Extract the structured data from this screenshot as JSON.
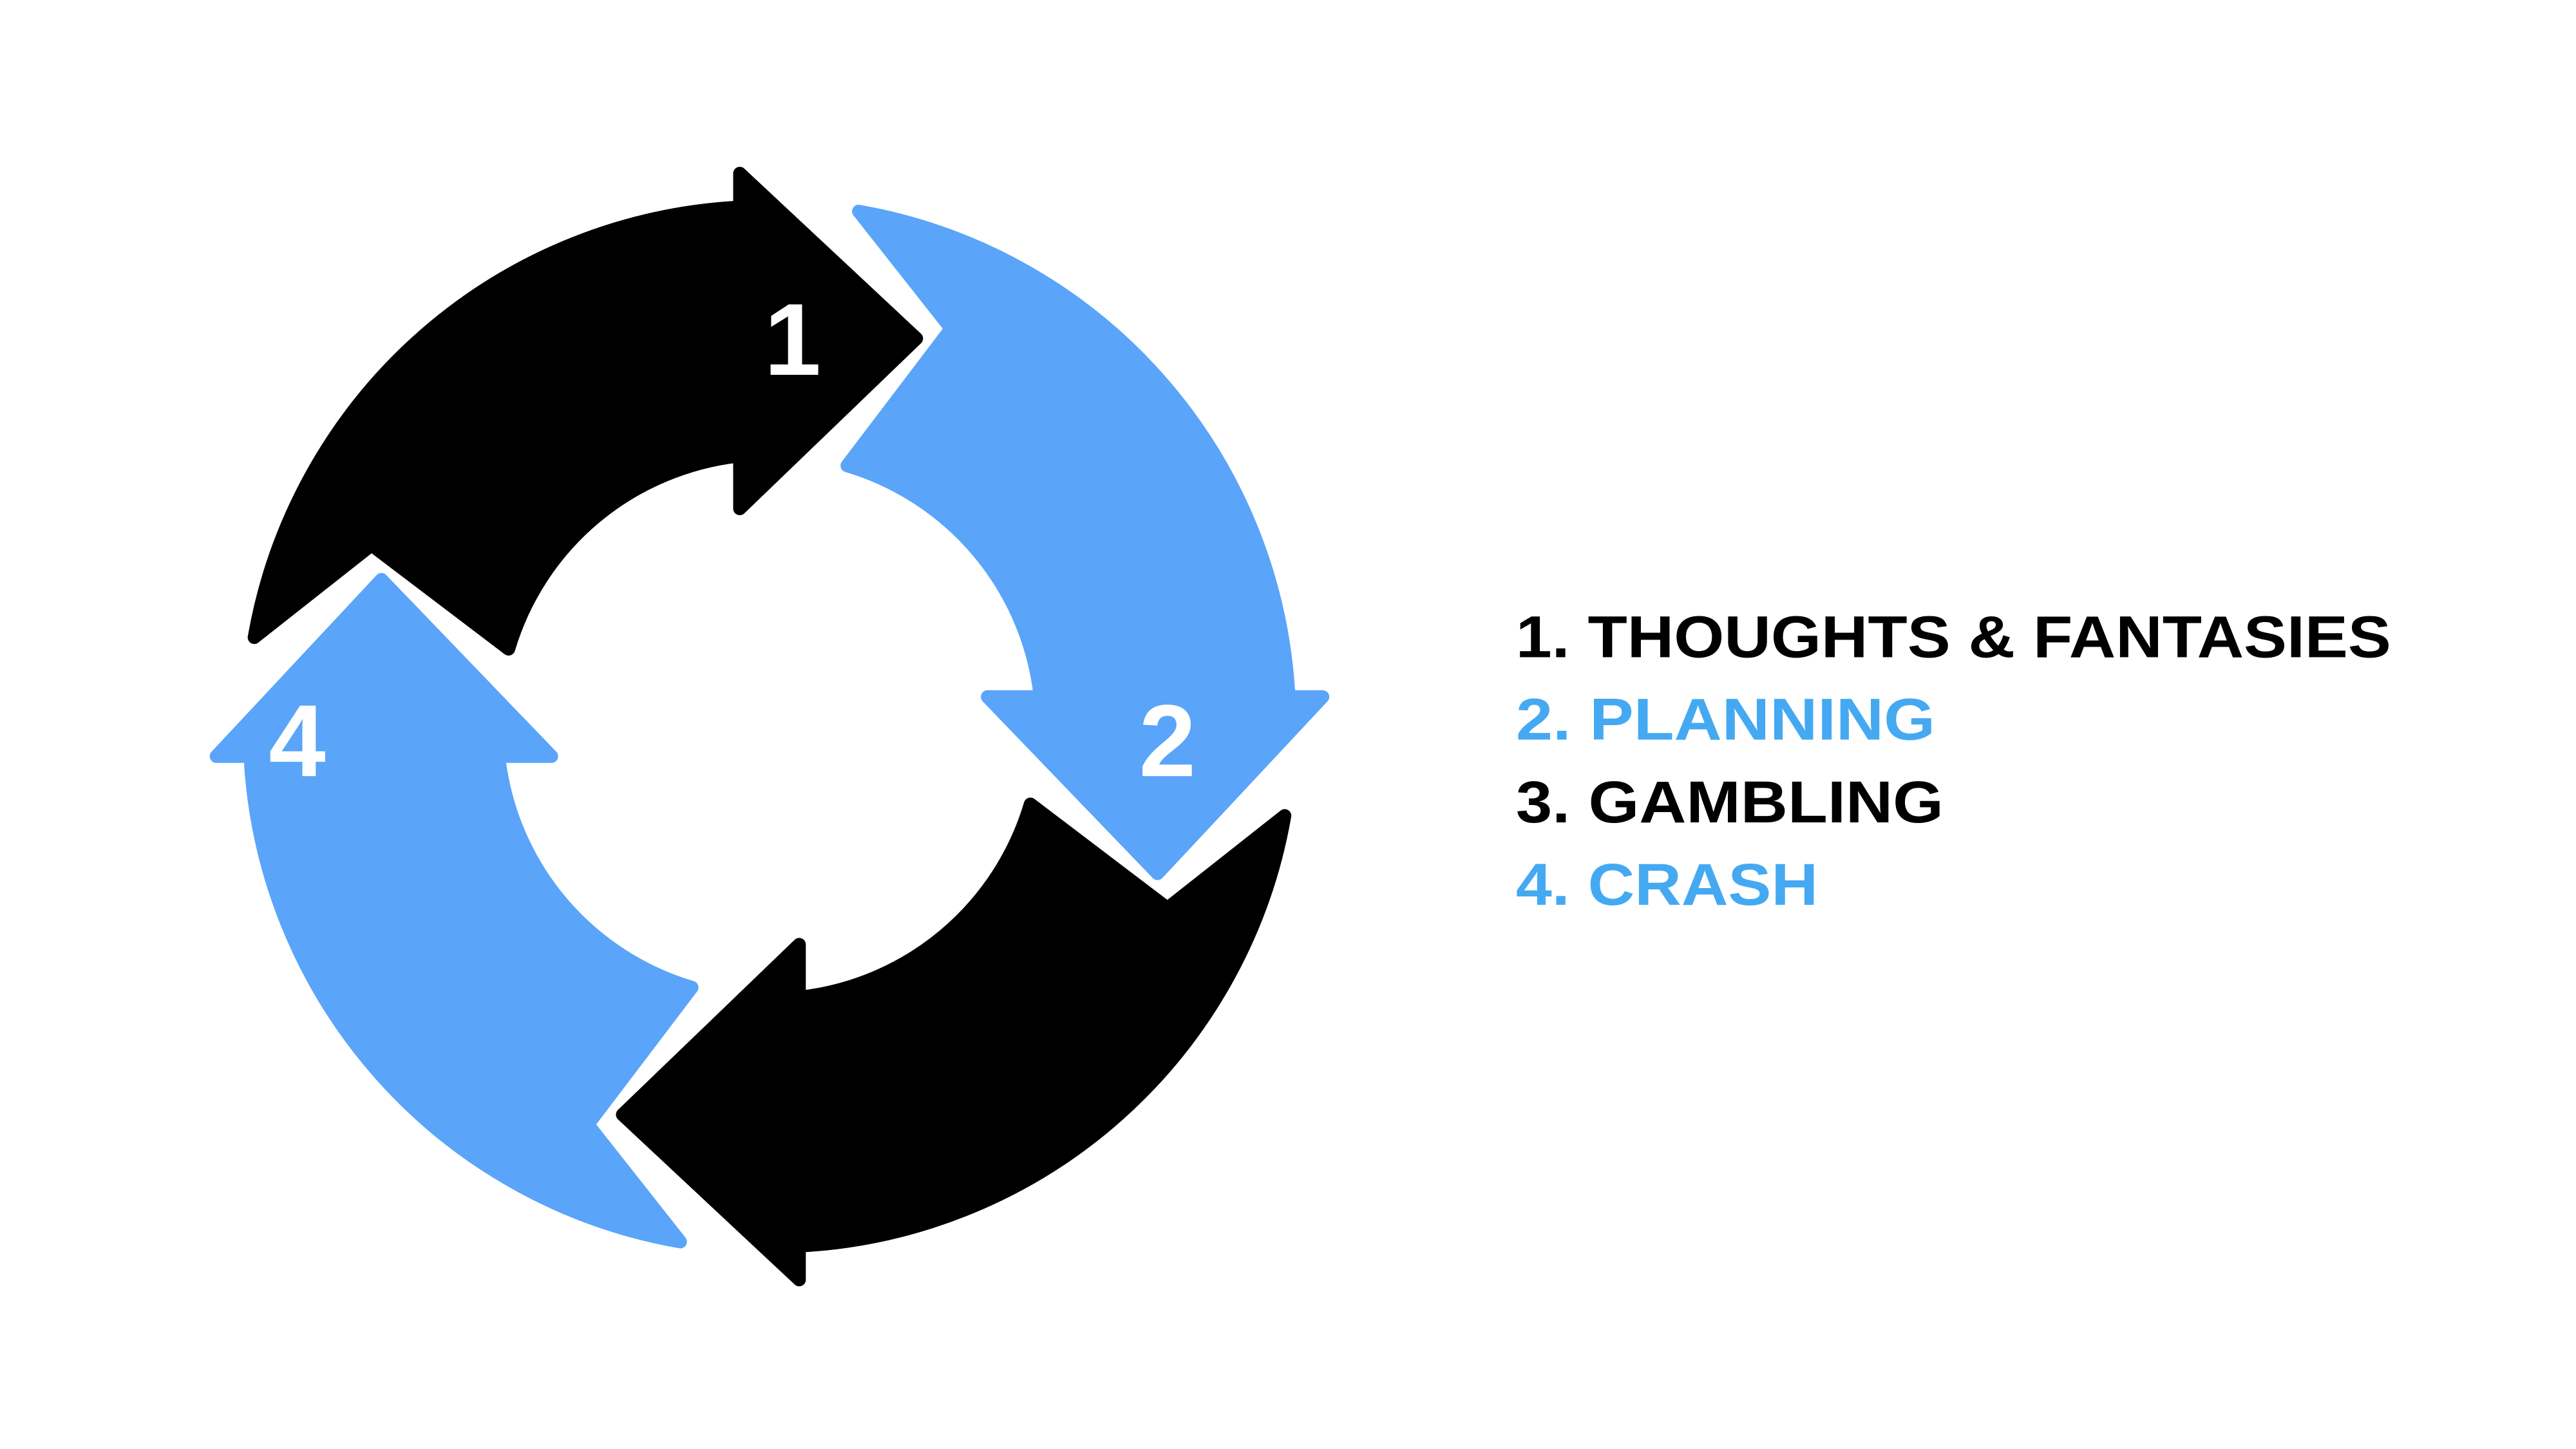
{
  "colors": {
    "black": "#000000",
    "blue_arrow": "#5AA4FA",
    "blue_text": "#45A9F2"
  },
  "cycle": {
    "arrows": [
      {
        "label": "1",
        "color": "#000000"
      },
      {
        "label": "2",
        "color": "#5AA4FA"
      },
      {
        "label": "",
        "color": "#000000"
      },
      {
        "label": "4",
        "color": "#5AA4FA"
      }
    ]
  },
  "legend": {
    "items": [
      {
        "text": "1. THOUGHTS & FANTASIES",
        "color": "#000000"
      },
      {
        "text": "2. PLANNING",
        "color": "#45A9F2"
      },
      {
        "text": "3. GAMBLING",
        "color": "#000000"
      },
      {
        "text": "4. CRASH",
        "color": "#45A9F2"
      }
    ]
  }
}
